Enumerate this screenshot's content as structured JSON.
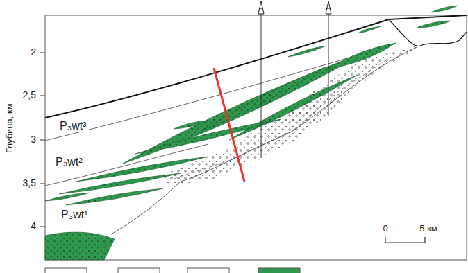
{
  "diagram": {
    "labels": [
      "Глубина, км",
      "2",
      "2,5",
      "3",
      "3,5",
      "4",
      "P₃wt³",
      "P₃wt²",
      "P₃wt¹",
      "0",
      "5 км"
    ]
  }
}
